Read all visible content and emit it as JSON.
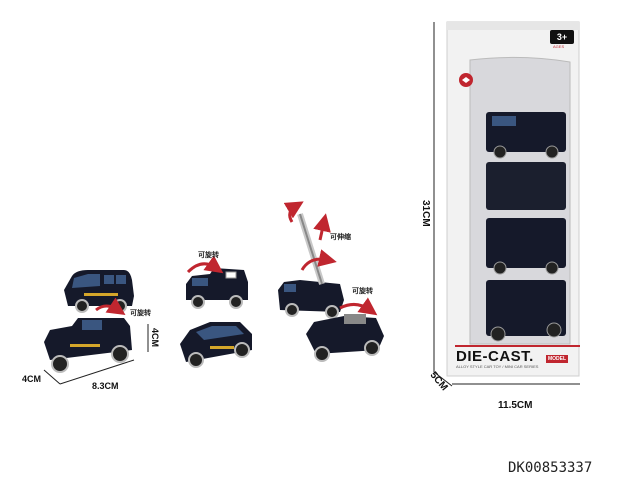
{
  "image": {
    "subject": "die-cast toy car set product photo"
  },
  "labels": {
    "rotate_1": "可旋转",
    "rotate_2": "可旋转",
    "rotate_3": "可旋转",
    "extend": "可伸缩"
  },
  "dimensions": {
    "car_width": "4CM",
    "car_length": "8.3CM",
    "car_height": "4CM",
    "box_height": "31CM",
    "box_width": "11.5CM",
    "box_depth": "5CM"
  },
  "package": {
    "brand": "DIE-CAST.",
    "badge": "MODEL",
    "subtitle": "ALLOY STYLE CAR TOY / MINI CAR SERIES",
    "age": "3+",
    "age_sub": "AGES"
  },
  "product_code": "DK00853337",
  "colors": {
    "car_body": "#15192a",
    "accent": "#d4a62a",
    "arrow": "#c0262f",
    "box_bg": "#f2f2f2"
  }
}
